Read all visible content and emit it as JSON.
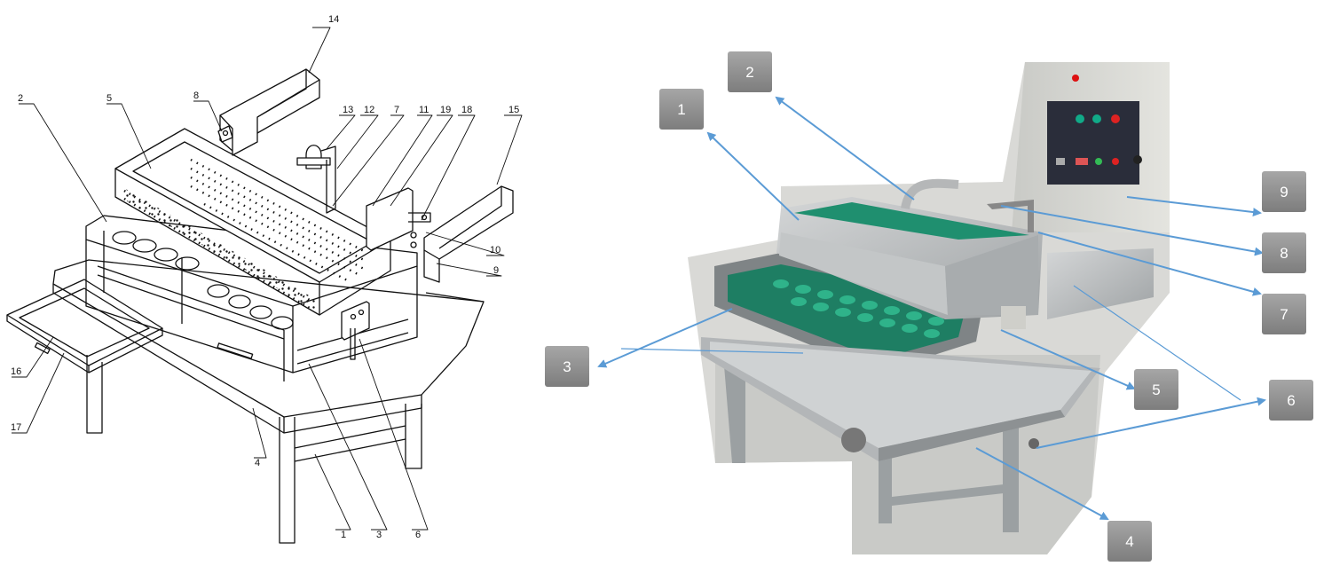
{
  "left_drawing": {
    "callouts": [
      "1",
      "2",
      "3",
      "4",
      "5",
      "6",
      "7",
      "8",
      "9",
      "10",
      "11",
      "12",
      "13",
      "14",
      "15",
      "16",
      "17",
      "18",
      "19"
    ]
  },
  "right_photo": {
    "callouts": [
      "1",
      "2",
      "3",
      "4",
      "5",
      "6",
      "7",
      "8",
      "9"
    ]
  },
  "colors": {
    "line": "#111111",
    "arrow": "#5b9bd5",
    "badge": "#8f8f8f",
    "steel": "#b9bcbe",
    "green": "#1f8f6f"
  }
}
